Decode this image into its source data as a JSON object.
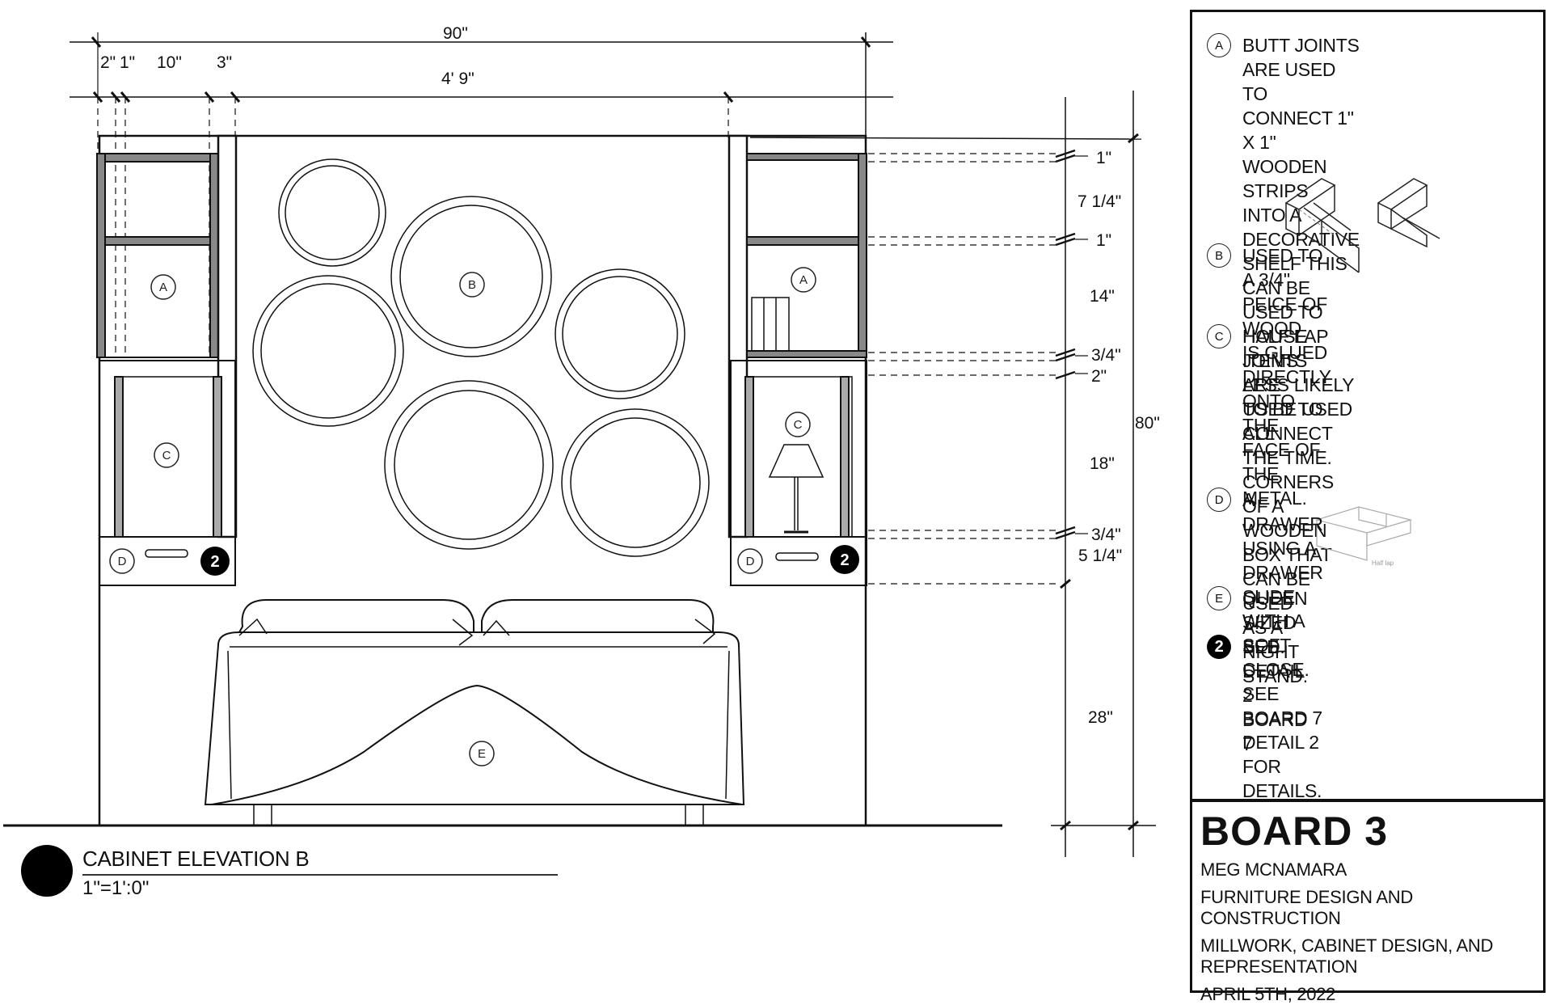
{
  "dimensions": {
    "overall_width": "90\"",
    "inner_width": "4' 9\"",
    "seg_2": "2\"",
    "seg_1": "1\"",
    "seg_10": "10\"",
    "seg_3": "3\"",
    "right": [
      "1\"",
      "7 1/4\"",
      "1\"",
      "14\"",
      "3/4\"",
      "2\"",
      "18\"",
      "3/4\"",
      "5 1/4\"",
      "28\""
    ],
    "overall_height": "80\""
  },
  "tags": {
    "a": "A",
    "b": "B",
    "c": "C",
    "d": "D",
    "e": "E",
    "detail": "2"
  },
  "notes": [
    {
      "tag": "A",
      "text": "BUTT JOINTS ARE USED TO\nCONNECT 1\" X 1\" WOODEN STRIPS\nINTO A DECORATIVE SHELF THIS\nCAN BE USED TO HOUSE ITEMS\nLESS LIKELY TO BE USED ALL\nTHE TIME."
    },
    {
      "tag": "B",
      "text": "USED TO A 3/4\" PEICE OF WOOD\nIS GLUED DIRECTLY ONTO THE\nFACE OF THE METAL."
    },
    {
      "tag": "C",
      "text": "HALF LAP JOINTS ARE USED TO\nCONNECT THE CORNERS OF A\nWOODEN BOX THAT CAN BE USED\nAS A NIGHT STAND."
    },
    {
      "tag": "D",
      "text": " A DRAWER USING A DRAWER\nSLIDE WITH A SOFT CLOSE.\nSEE BOARD 7 DETAIL 2\nFOR DETAILS."
    },
    {
      "tag": "E",
      "text": "QUEEN SIZED BED."
    },
    {
      "tag": "2",
      "text": "SEE DETAIL 2 BOARD 7"
    }
  ],
  "half_lap_label": "Half lap",
  "title_block": {
    "board": "BOARD 3",
    "author": "MEG MCNAMARA",
    "course": "FURNITURE DESIGN AND CONSTRUCTION",
    "project": "MILLWORK, CABINET DESIGN, AND\nREPRESENTATION",
    "date": "APRIL 5TH, 2022"
  },
  "caption": {
    "title": "CABINET ELEVATION B",
    "scale": "1\"=1':0\""
  }
}
